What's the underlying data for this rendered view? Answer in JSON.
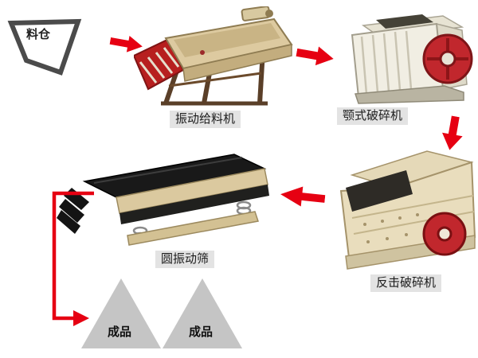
{
  "nodes": {
    "silo": {
      "label": "料仓"
    },
    "feeder": {
      "label": "振动给料机"
    },
    "jaw_crusher": {
      "label": "颚式破碎机"
    },
    "impact_crusher": {
      "label": "反击破碎机"
    },
    "vibrating_screen": {
      "label": "圆振动筛"
    },
    "product_left": {
      "label": "成品"
    },
    "product_right": {
      "label": "成品"
    }
  },
  "colors": {
    "arrow_red": "#e60012",
    "label_background": "#e3e3e3",
    "triangle_gray": "#c5c5c5",
    "silo_outline": "#4b4b4b",
    "machine_beige": "#ddcaa0",
    "machine_cream": "#f1eee3",
    "flywheel_red": "#c1272d",
    "screen_black": "#1a1a1a"
  }
}
